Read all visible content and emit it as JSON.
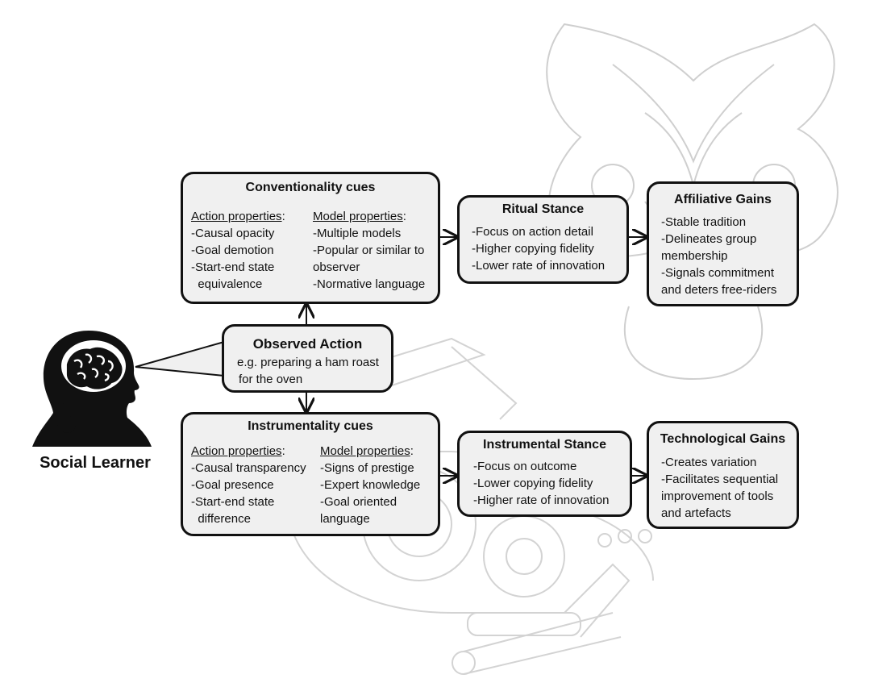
{
  "learner": {
    "label": "Social Learner"
  },
  "observed": {
    "title": "Observed Action",
    "lines": [
      "e.g. preparing a ham roast",
      "for the oven"
    ]
  },
  "conventionality": {
    "title": "Conventionality cues",
    "action_header": "Action properties",
    "action_items": [
      "-Causal opacity",
      "-Goal demotion",
      "-Start-end state",
      "  equivalence"
    ],
    "model_header": "Model properties",
    "model_items": [
      "-Multiple models",
      "-Popular or similar to",
      "observer",
      "-Normative language"
    ]
  },
  "instrumentality": {
    "title": "Instrumentality cues",
    "action_header": "Action properties",
    "action_items": [
      "-Causal transparency",
      "-Goal presence",
      "-Start-end state",
      "  difference"
    ],
    "model_header": "Model properties",
    "model_items": [
      "-Signs of prestige",
      "-Expert knowledge",
      "-Goal oriented",
      "language"
    ]
  },
  "ritual": {
    "title": "Ritual Stance",
    "items": [
      "-Focus on action detail",
      "-Higher copying fidelity",
      "-Lower rate of innovation"
    ]
  },
  "instrumental": {
    "title": "Instrumental Stance",
    "items": [
      "-Focus on outcome",
      "-Lower copying fidelity",
      "-Higher rate of innovation"
    ]
  },
  "affiliative": {
    "title": "Affiliative Gains",
    "items": [
      "-Stable tradition",
      "-Delineates group",
      "membership",
      "-Signals commitment",
      "and deters free-riders"
    ]
  },
  "technological": {
    "title": "Technological Gains",
    "items": [
      "-Creates variation",
      "-Facilitates sequential",
      "improvement of tools",
      "and artefacts"
    ]
  }
}
